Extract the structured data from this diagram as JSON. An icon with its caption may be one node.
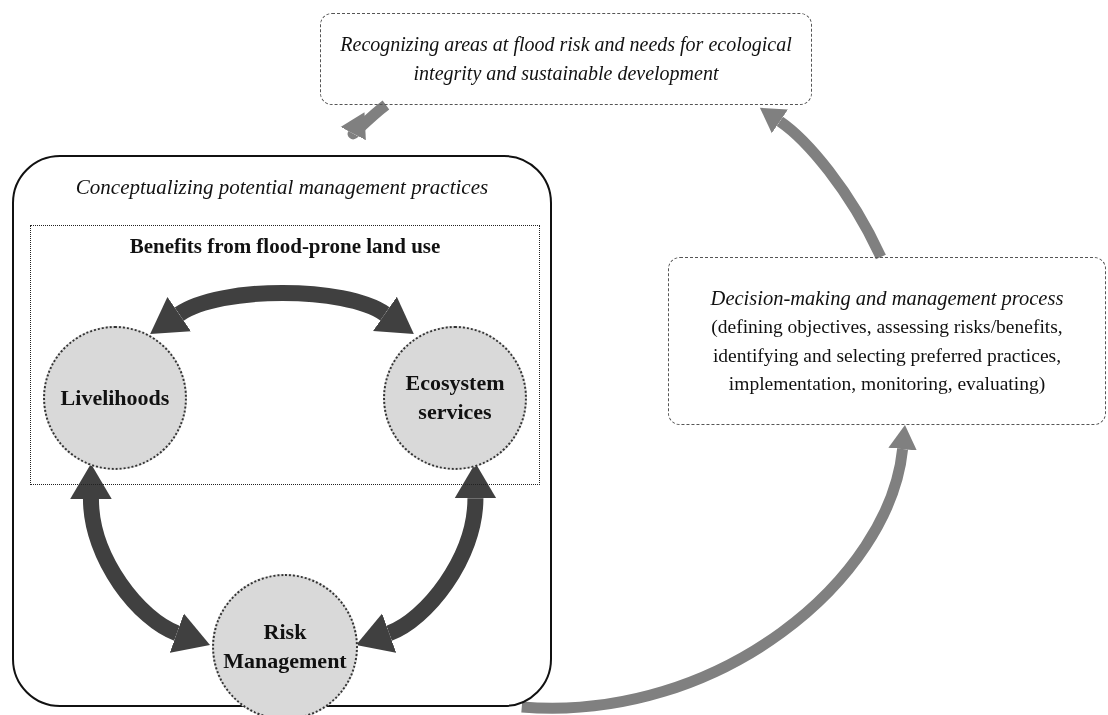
{
  "diagram": {
    "nodes": [
      {
        "text": [
          "Recognizing areas at flood risk and needs for ecological integrity and sustainable development"
        ]
      },
      {
        "text": [
          "Conceptualizing potential management practices"
        ]
      },
      {
        "text": [
          "Benefits from flood-prone land use"
        ],
        "in": 1
      },
      {
        "text": [
          "Livelihoods"
        ],
        "in": 2
      },
      {
        "text": [
          "Ecosystem services"
        ],
        "in": 2
      },
      {
        "text": [
          "Risk Management"
        ],
        "in": 1
      },
      {
        "text": [
          "Decision-making and management process",
          "(defining objectives, assessing risks/benefits, identifying and selecting preferred practices, implementation, monitoring, evaluating)"
        ]
      }
    ],
    "edges": [
      {
        "from": 0,
        "to": 1,
        "arrow": "to",
        "color": "#808080"
      },
      {
        "from": 6,
        "to": 0,
        "arrow": "to",
        "color": "#808080"
      },
      {
        "from": 1,
        "to": 6,
        "arrow": "to",
        "color": "#808080"
      },
      {
        "from": 3,
        "to": 4,
        "arrow": "both",
        "color": "#404040"
      },
      {
        "from": 3,
        "to": 5,
        "arrow": "both",
        "color": "#404040"
      },
      {
        "from": 4,
        "to": 5,
        "arrow": "both",
        "color": "#404040"
      }
    ]
  }
}
